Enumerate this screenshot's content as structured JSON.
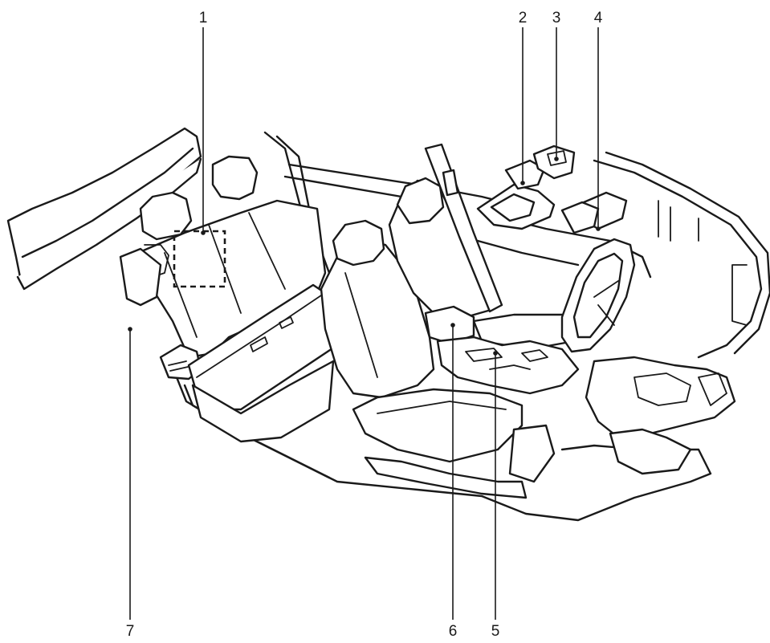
{
  "callouts": [
    {
      "id": "c1",
      "label": "1"
    },
    {
      "id": "c2",
      "label": "2"
    },
    {
      "id": "c3",
      "label": "3"
    },
    {
      "id": "c4",
      "label": "4"
    },
    {
      "id": "c5",
      "label": "5"
    },
    {
      "id": "c6",
      "label": "6"
    },
    {
      "id": "c7",
      "label": "7"
    }
  ],
  "colors": {
    "line": "#1a1a1a",
    "background": "#ffffff"
  }
}
